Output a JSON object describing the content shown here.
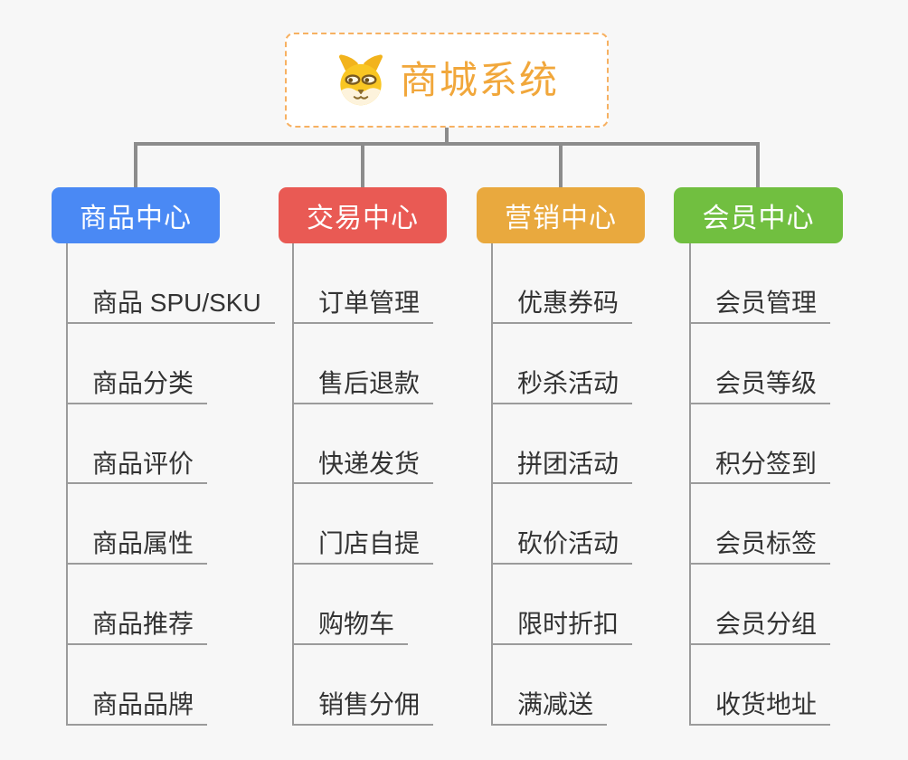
{
  "root": {
    "title": "商城系统",
    "icon": "dog-face-icon"
  },
  "branches": [
    {
      "label": "商品中心",
      "color": "#4A89F4",
      "items": [
        "商品 SPU/SKU",
        "商品分类",
        "商品评价",
        "商品属性",
        "商品推荐",
        "商品品牌"
      ]
    },
    {
      "label": "交易中心",
      "color": "#E95A54",
      "items": [
        "订单管理",
        "售后退款",
        "快递发货",
        "门店自提",
        "购物车",
        "销售分佣"
      ]
    },
    {
      "label": "营销中心",
      "color": "#E9A93E",
      "items": [
        "优惠券码",
        "秒杀活动",
        "拼团活动",
        "砍价活动",
        "限时折扣",
        "满减送"
      ]
    },
    {
      "label": "会员中心",
      "color": "#71BF40",
      "items": [
        "会员管理",
        "会员等级",
        "积分签到",
        "会员标签",
        "会员分组",
        "收货地址"
      ]
    }
  ],
  "colors": {
    "background": "#F7F7F7",
    "root_title_text": "#F1A73B",
    "root_border": "#F7B162",
    "connector_line": "#8C8C8C",
    "item_underline": "#9B9B9B",
    "item_text": "#333333"
  }
}
